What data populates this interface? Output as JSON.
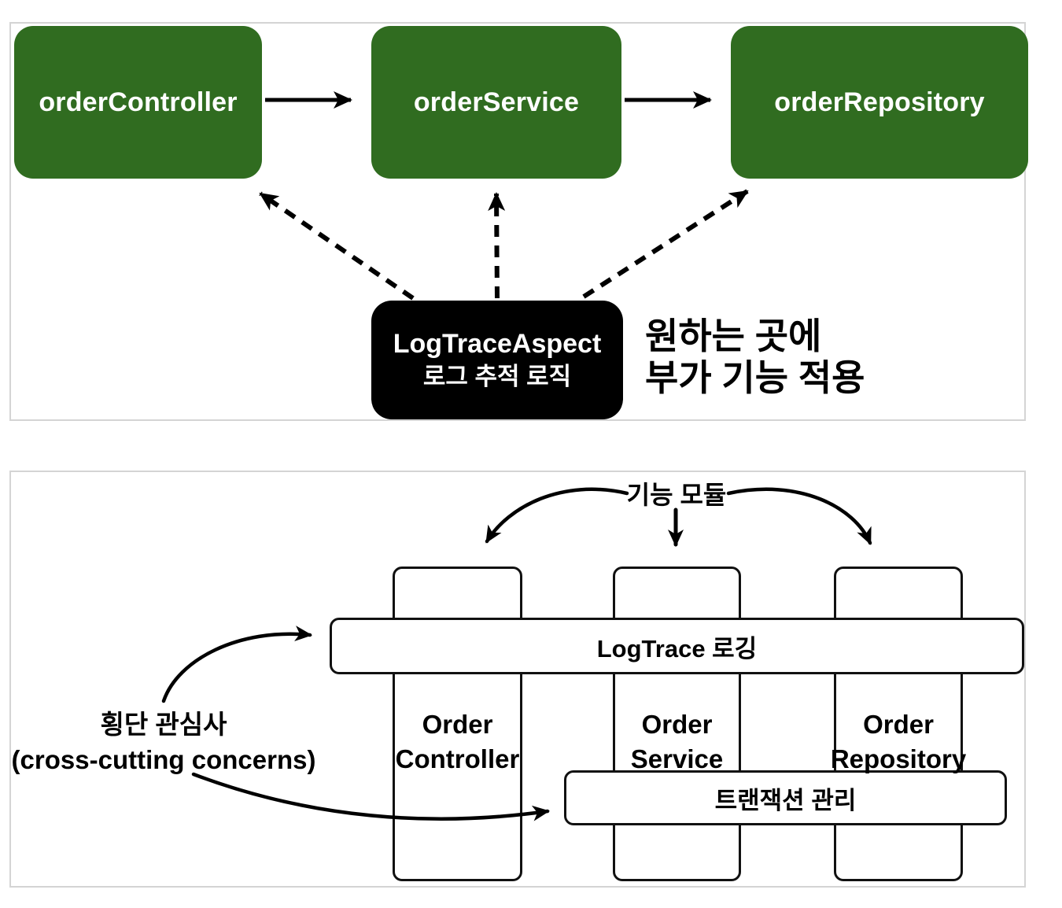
{
  "colors": {
    "box_green": "#306c20",
    "box_black": "#000000",
    "panel_border": "#d4d4d4",
    "arrow": "#000000"
  },
  "top_panel": {
    "boxes": [
      {
        "label": "orderController"
      },
      {
        "label": "orderService"
      },
      {
        "label": "orderRepository"
      }
    ],
    "aspect_box": {
      "title": "LogTraceAspect",
      "subtitle": "로그 추적 로직"
    },
    "side_note": {
      "line1": "원하는 곳에",
      "line2": "부가 기능 적용"
    }
  },
  "bottom_panel": {
    "function_module_label": "기능 모듈",
    "columns": [
      {
        "line1": "Order",
        "line2": "Controller"
      },
      {
        "line1": "Order",
        "line2": "Service"
      },
      {
        "line1": "Order",
        "line2": "Repository"
      }
    ],
    "bars": [
      {
        "label": "LogTrace 로깅"
      },
      {
        "label": "트랜잭션 관리"
      }
    ],
    "cross_cutting": {
      "line1": "횡단 관심사",
      "line2": "(cross-cutting concerns)"
    }
  }
}
